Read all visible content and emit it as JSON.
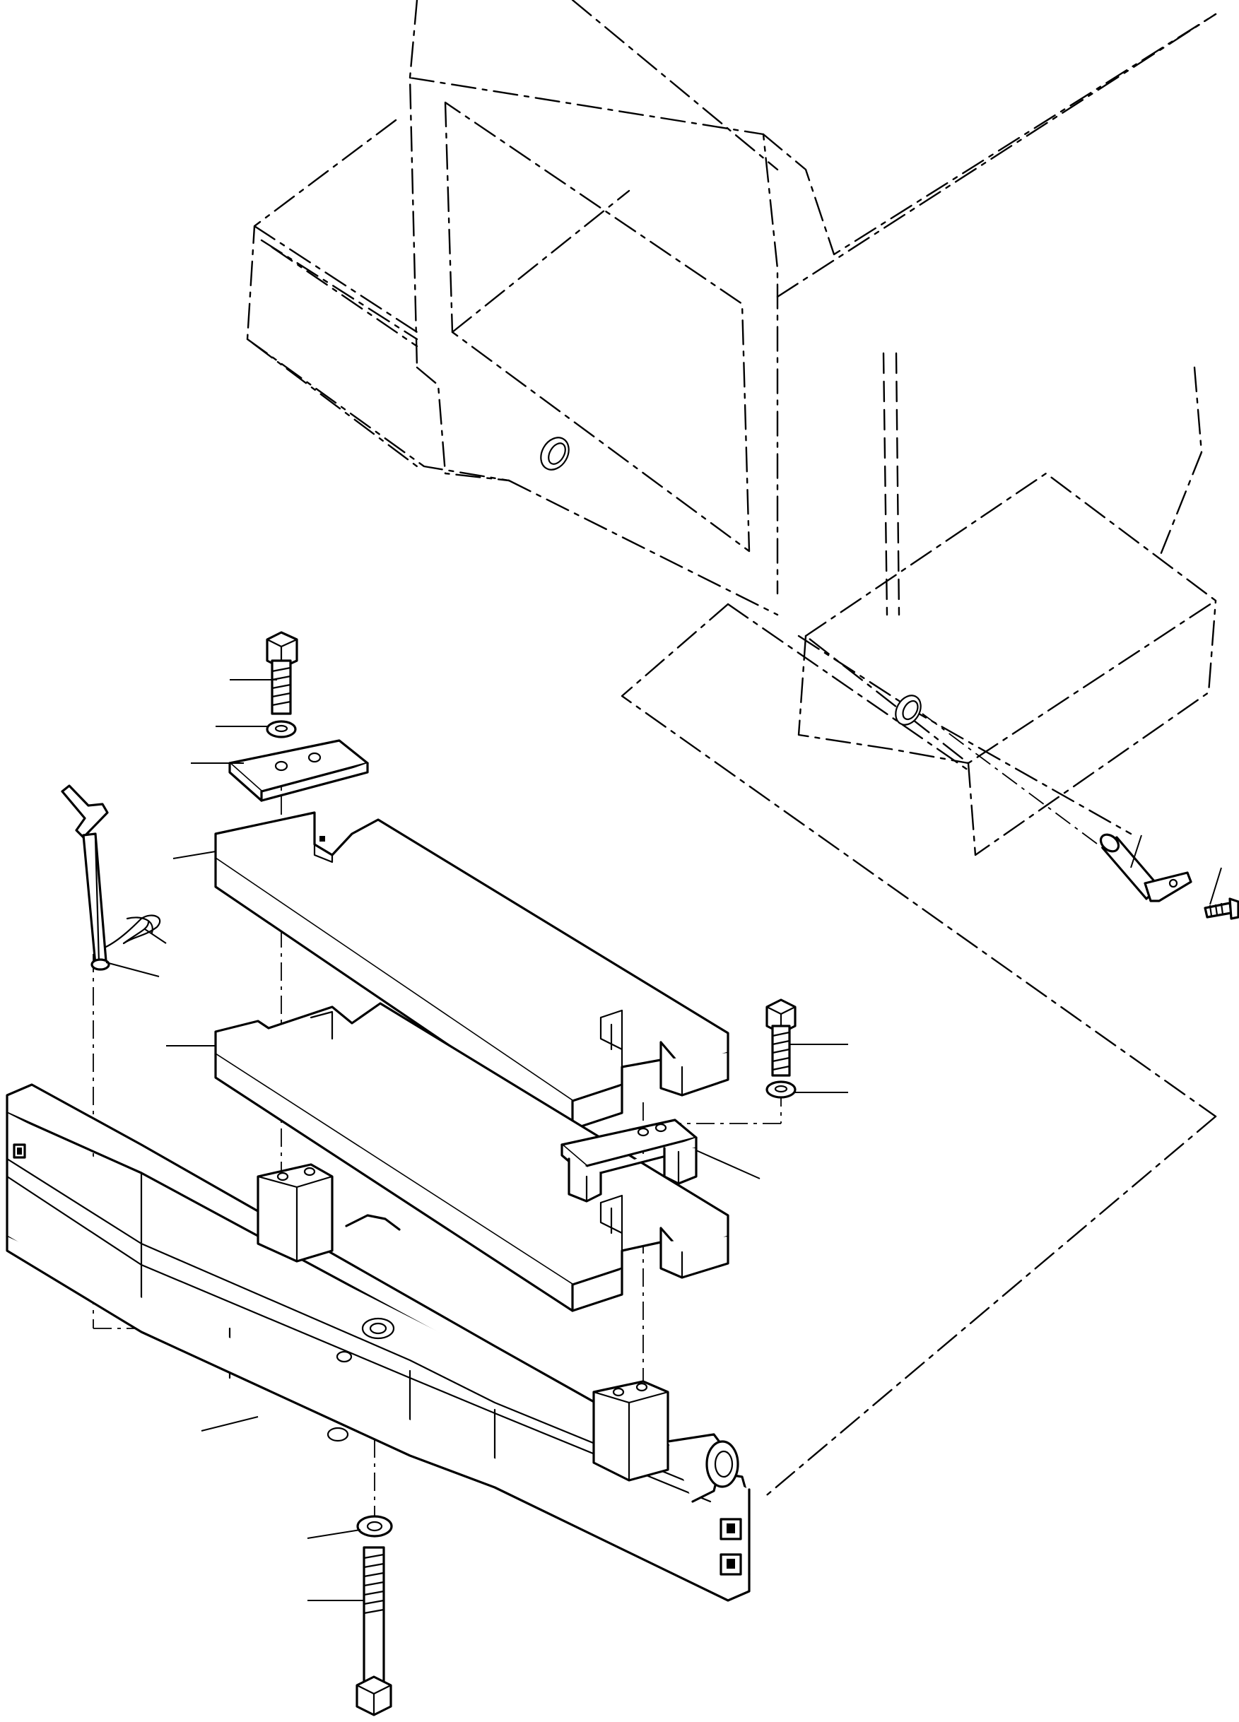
{
  "diagram": {
    "type": "exploded-parts-view",
    "callout_numbers_printed": false,
    "parts": [
      {
        "name": "counterweight-plate-upper"
      },
      {
        "name": "counterweight-plate-lower"
      },
      {
        "name": "bumper-beam"
      },
      {
        "name": "clamp-plate-upper"
      },
      {
        "name": "clamp-plate-lower"
      },
      {
        "name": "hex-bolt-upper"
      },
      {
        "name": "hex-bolt-right"
      },
      {
        "name": "hex-bolt-long"
      },
      {
        "name": "lock-washer"
      },
      {
        "name": "flat-washer"
      },
      {
        "name": "hitch-pin"
      },
      {
        "name": "lynch-clip"
      },
      {
        "name": "mounting-pin"
      },
      {
        "name": "cap-screw"
      },
      {
        "name": "tractor-chassis-outline"
      }
    ]
  }
}
